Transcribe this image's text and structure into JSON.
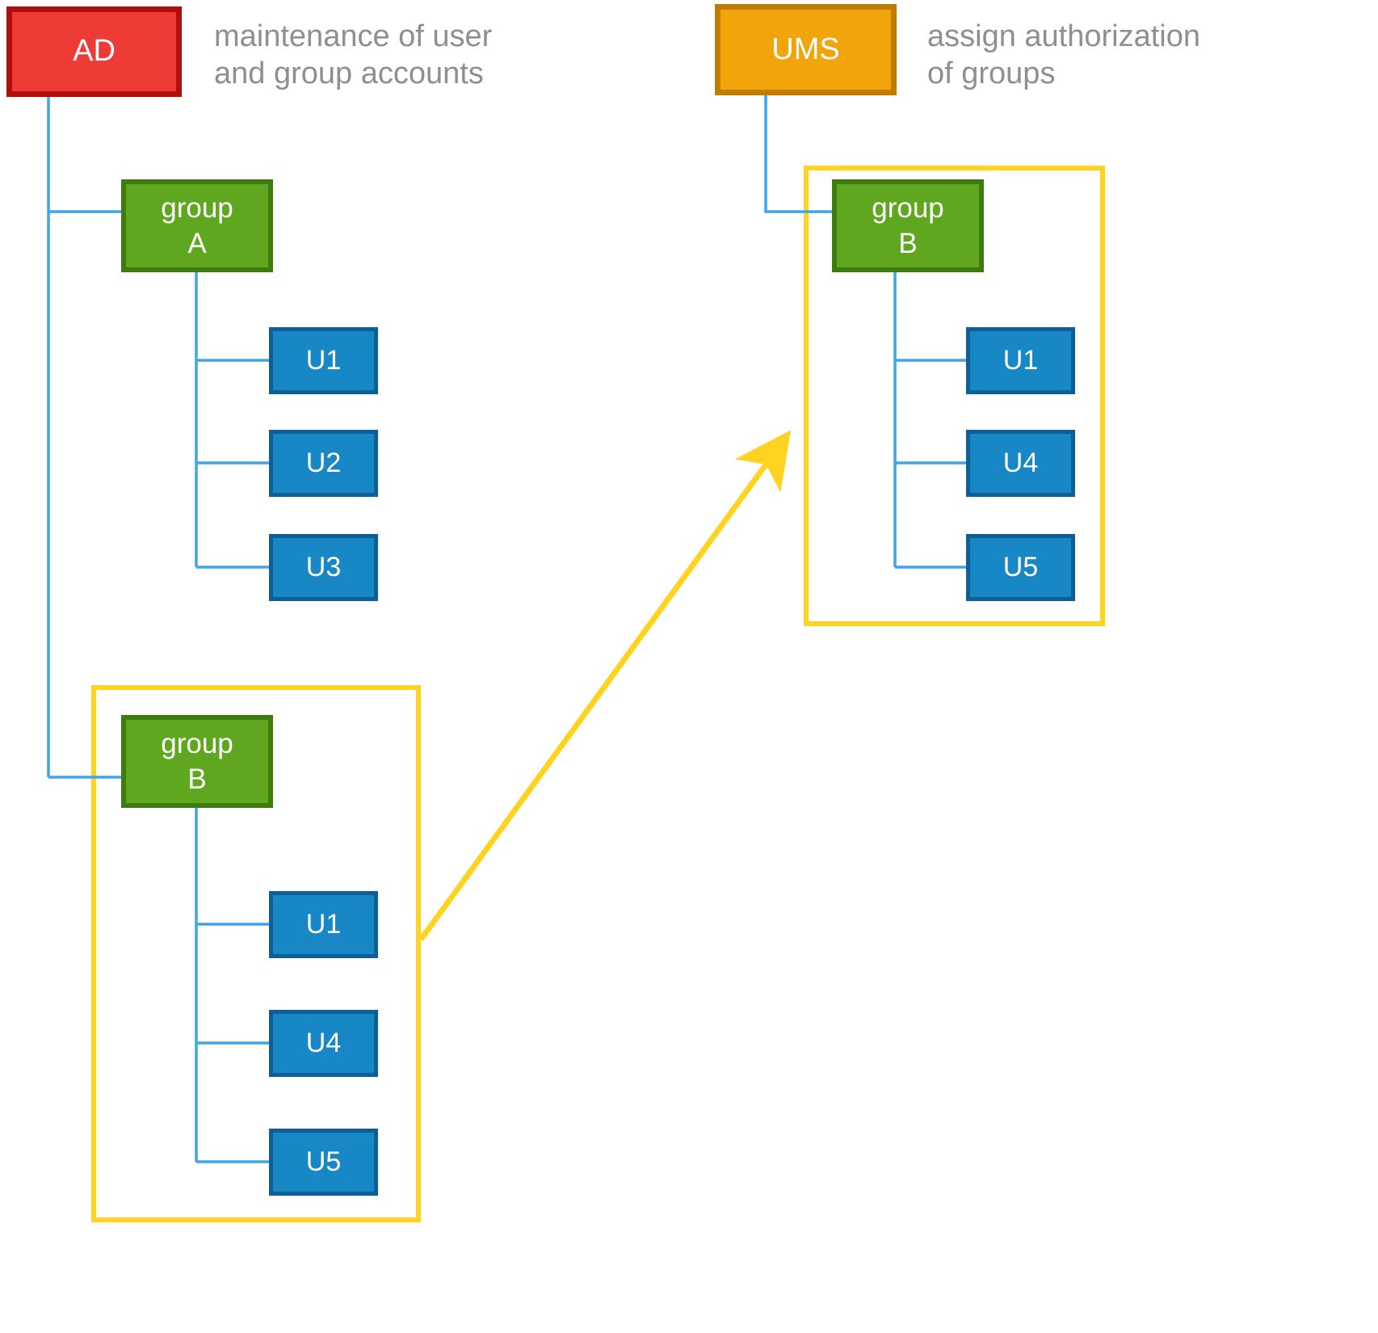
{
  "colors": {
    "red_fill": "#EE3B35",
    "red_border": "#B00F0B",
    "orange_fill": "#F2A50A",
    "orange_border": "#BF7D00",
    "green_fill": "#5EA71E",
    "green_border": "#3E7C10",
    "blue_fill": "#1787C6",
    "blue_border": "#0D5F96",
    "connector_blue": "#42A4E8",
    "yellow": "#FFD320",
    "caption_gray": "#8F8F8F",
    "box_text": "#FFFFFF",
    "background": "#FFFFFF"
  },
  "ad": {
    "label": "AD",
    "caption": "maintenance of user\nand group accounts"
  },
  "ums": {
    "label": "UMS",
    "caption": "assign authorization\nof groups"
  },
  "ad_tree": {
    "group_a": {
      "label": "group\nA",
      "users": [
        "U1",
        "U2",
        "U3"
      ]
    },
    "group_b": {
      "label": "group\nB",
      "users": [
        "U1",
        "U4",
        "U5"
      ]
    }
  },
  "ums_tree": {
    "group_b": {
      "label": "group\nB",
      "users": [
        "U1",
        "U4",
        "U5"
      ]
    }
  }
}
